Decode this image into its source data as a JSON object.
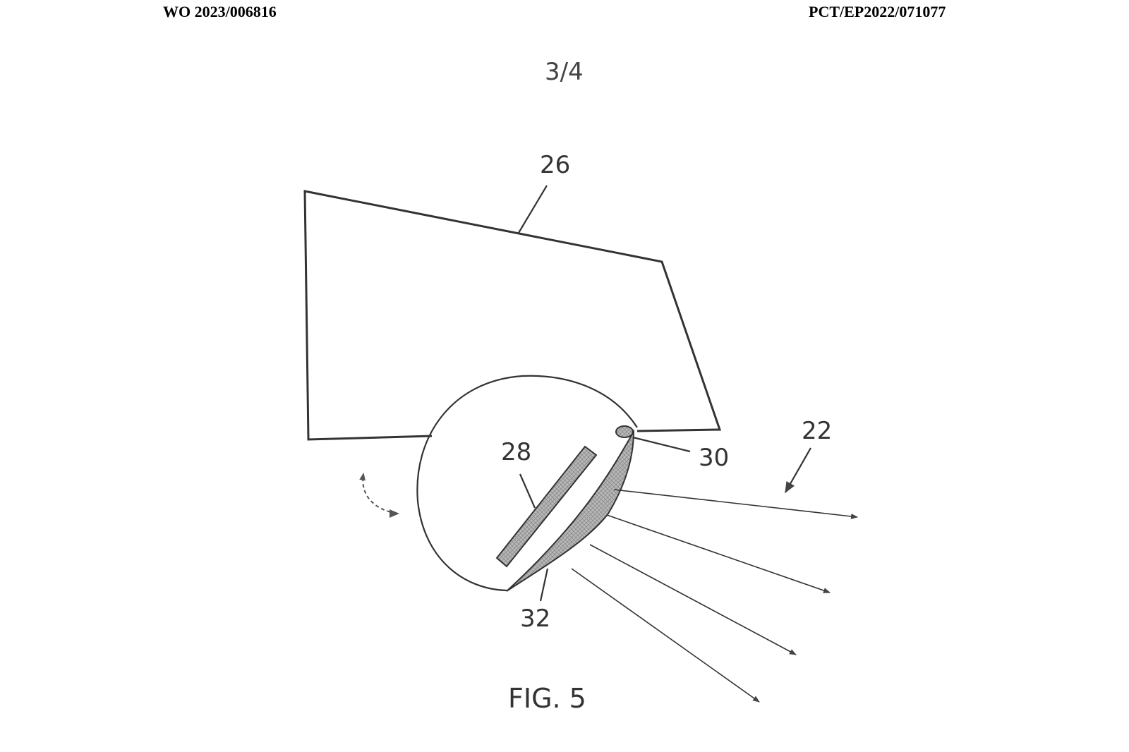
{
  "header": {
    "publication_number": "WO 2023/006816",
    "application_number": "PCT/EP2022/071077"
  },
  "sheet_number": "3/4",
  "figure": {
    "caption": "FIG. 5",
    "reference_numerals": {
      "housing": "26",
      "element_28": "28",
      "element_30": "30",
      "element_32": "32",
      "light_beams": "22"
    },
    "colors": {
      "line": "#333333",
      "hatch_fill": "#b5b5b5"
    }
  }
}
